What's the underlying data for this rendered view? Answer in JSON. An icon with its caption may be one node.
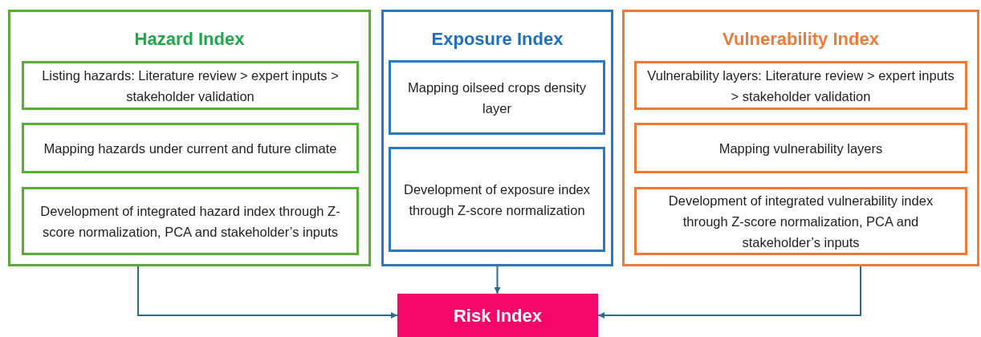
{
  "diagram": {
    "nodes": [
      {
        "text": [
          "Hazard Index"
        ]
      },
      {
        "text": [
          "Listing hazards: Literature review > expert inputs > stakeholder validation"
        ],
        "in": 0
      },
      {
        "text": [
          "Mapping hazards under current and future climate"
        ],
        "in": 0
      },
      {
        "text": [
          "Development of integrated hazard index through Z-score normalization, PCA and stakeholder’s inputs"
        ],
        "in": 0
      },
      {
        "text": [
          "Exposure Index"
        ]
      },
      {
        "text": [
          "Mapping oilseed crops density layer"
        ],
        "in": 4
      },
      {
        "text": [
          "Development of exposure index through Z-score normalization"
        ],
        "in": 4
      },
      {
        "text": [
          "Vulnerability Index"
        ]
      },
      {
        "text": [
          "Vulnerability layers: Literature review > expert inputs > stakeholder validation"
        ],
        "in": 7
      },
      {
        "text": [
          "Mapping vulnerability layers"
        ],
        "in": 7
      },
      {
        "text": [
          "Development of integrated vulnerability index through Z-score normalization, PCA and stakeholder’s inputs"
        ],
        "in": 7
      },
      {
        "text": [
          "Risk Index"
        ]
      }
    ],
    "edges": [
      {
        "from": 0,
        "to": 11,
        "arrow": "to"
      },
      {
        "from": 4,
        "to": 11,
        "arrow": "to"
      },
      {
        "from": 7,
        "to": 11,
        "arrow": "to"
      }
    ]
  }
}
